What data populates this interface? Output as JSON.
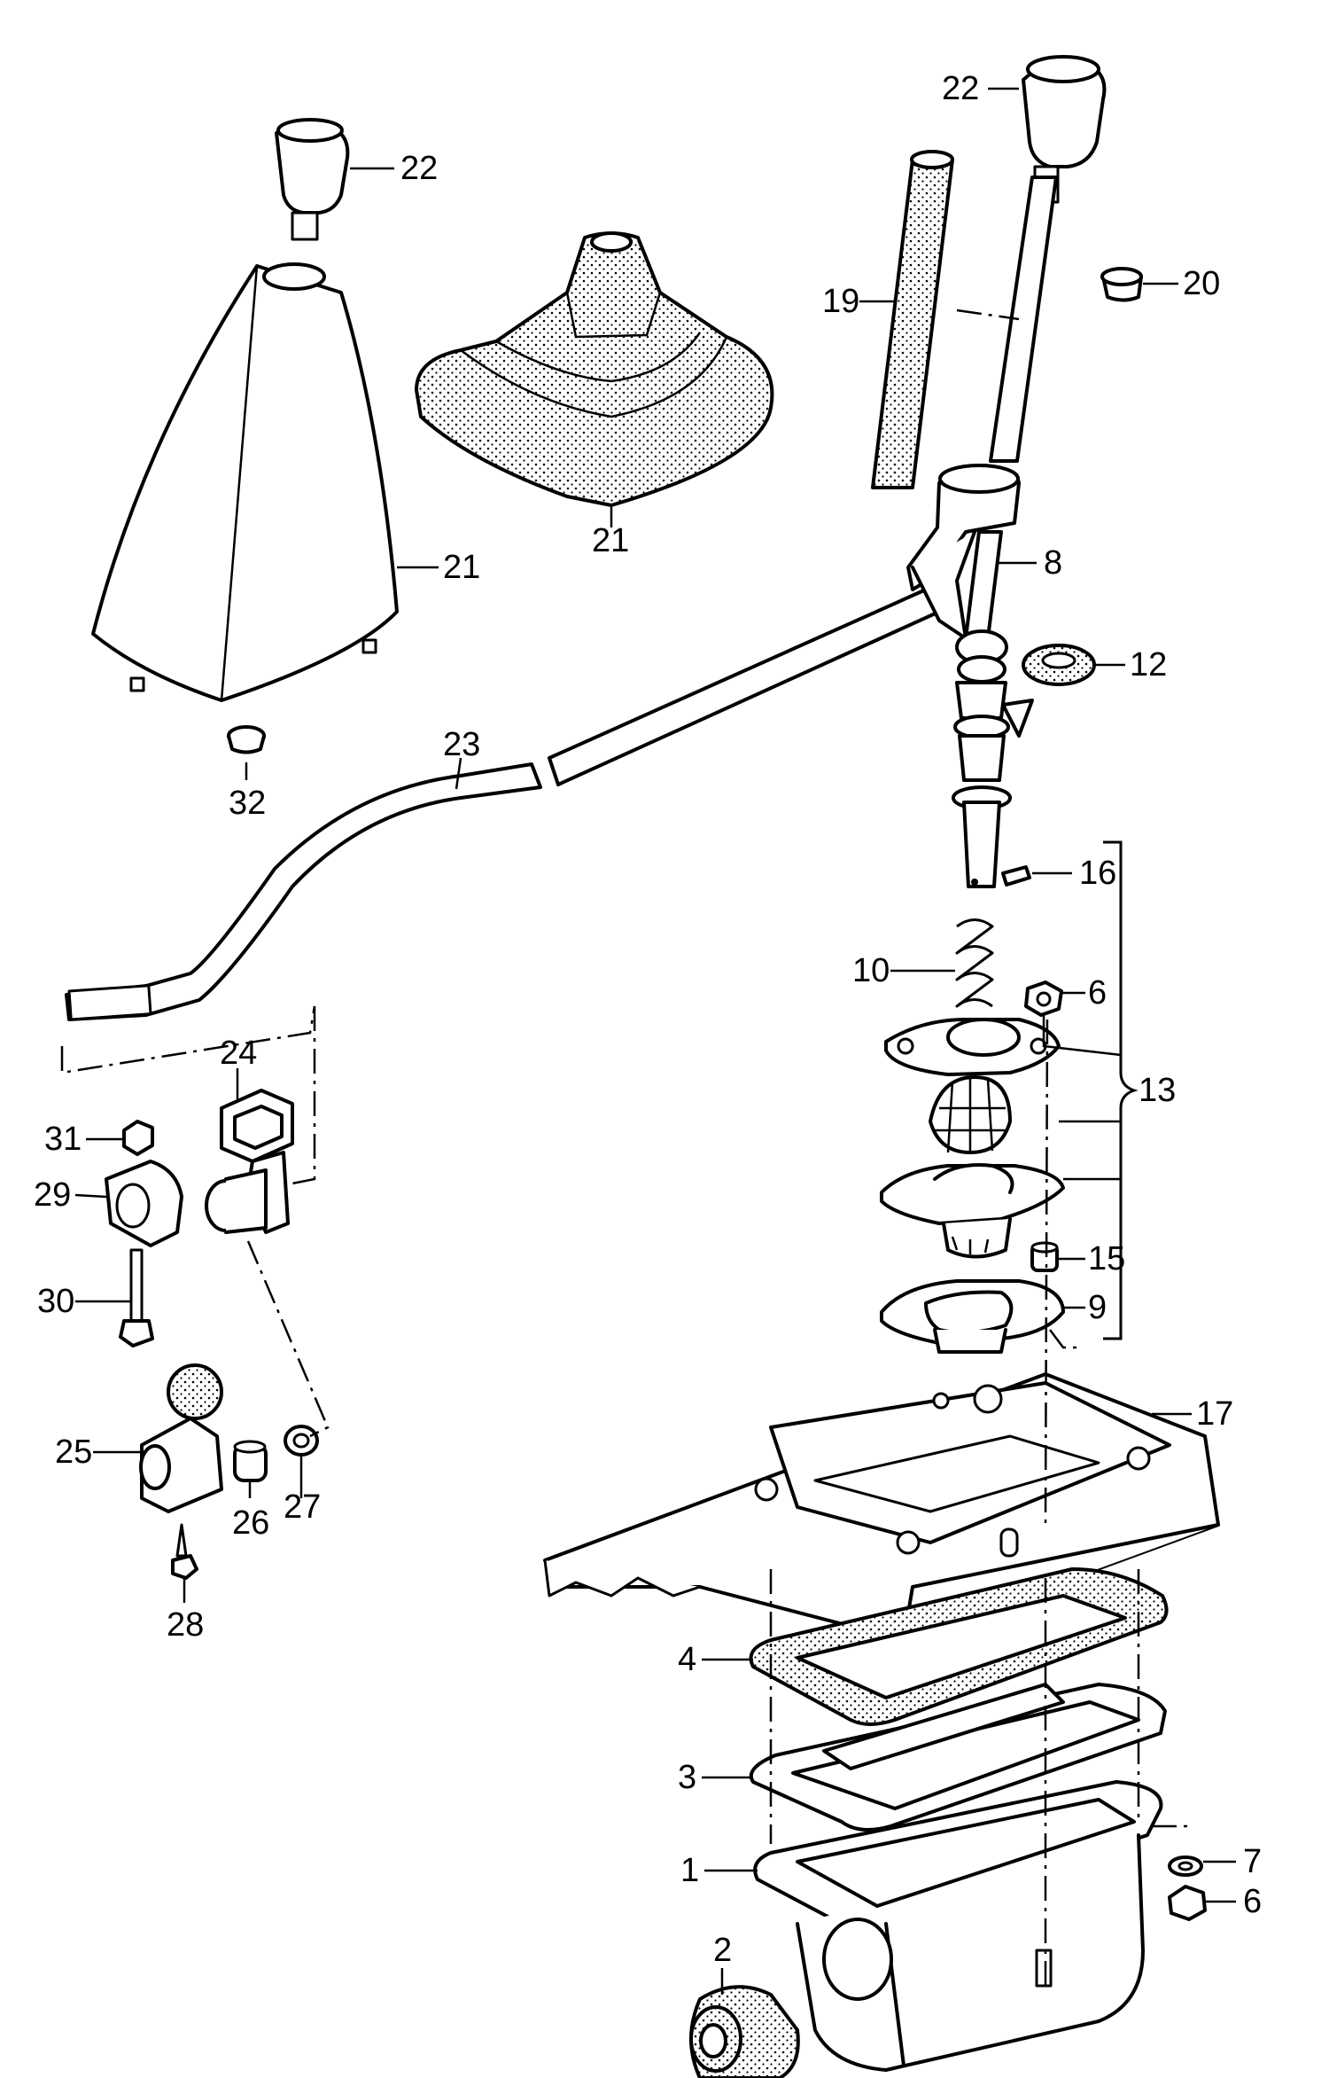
{
  "callouts": [
    {
      "id": "c22a",
      "label": "22"
    },
    {
      "id": "c22b",
      "label": "22"
    },
    {
      "id": "c20",
      "label": "20"
    },
    {
      "id": "c19",
      "label": "19"
    },
    {
      "id": "c21a",
      "label": "21"
    },
    {
      "id": "c21b",
      "label": "21"
    },
    {
      "id": "c8",
      "label": "8"
    },
    {
      "id": "c12",
      "label": "12"
    },
    {
      "id": "c32",
      "label": "32"
    },
    {
      "id": "c23",
      "label": "23"
    },
    {
      "id": "c16",
      "label": "16"
    },
    {
      "id": "c10",
      "label": "10"
    },
    {
      "id": "c6a",
      "label": "6"
    },
    {
      "id": "c13",
      "label": "13"
    },
    {
      "id": "c24",
      "label": "24"
    },
    {
      "id": "c31",
      "label": "31"
    },
    {
      "id": "c29",
      "label": "29"
    },
    {
      "id": "c15",
      "label": "15"
    },
    {
      "id": "c9",
      "label": "9"
    },
    {
      "id": "c30",
      "label": "30"
    },
    {
      "id": "c17",
      "label": "17"
    },
    {
      "id": "c25",
      "label": "25"
    },
    {
      "id": "c26",
      "label": "26"
    },
    {
      "id": "c27",
      "label": "27"
    },
    {
      "id": "c28",
      "label": "28"
    },
    {
      "id": "c4",
      "label": "4"
    },
    {
      "id": "c3",
      "label": "3"
    },
    {
      "id": "c7",
      "label": "7"
    },
    {
      "id": "c1",
      "label": "1"
    },
    {
      "id": "c6b",
      "label": "6"
    },
    {
      "id": "c2",
      "label": "2"
    }
  ]
}
